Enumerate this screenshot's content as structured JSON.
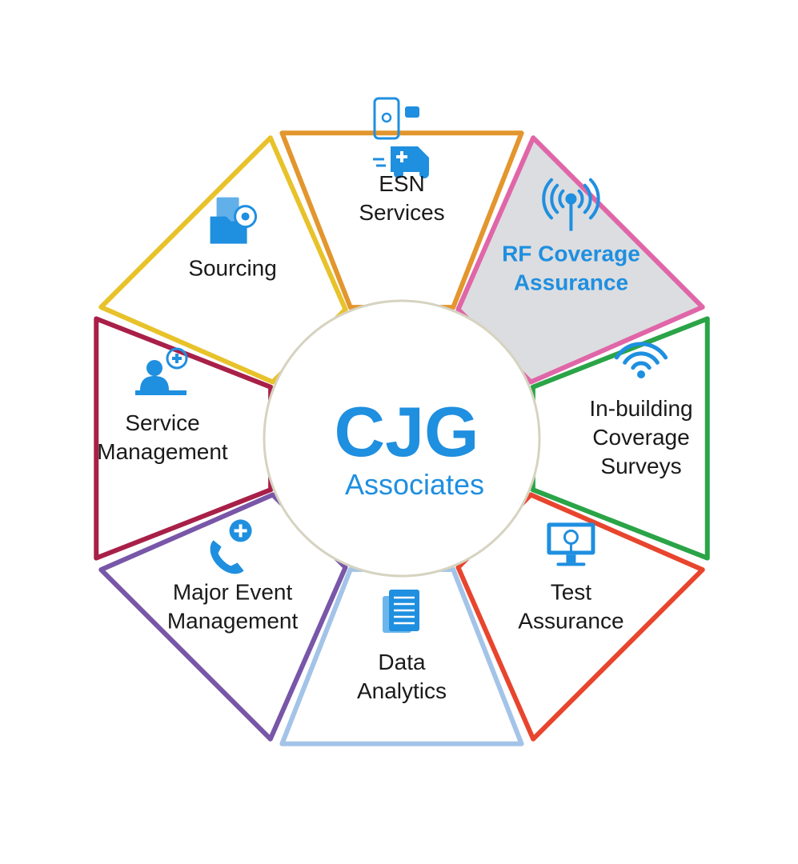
{
  "logo": {
    "main": "CJG",
    "sub": "Associates"
  },
  "colors": {
    "accent": "#1f8fe0",
    "text": "#1a1a1a",
    "hub_border": "#d6d3c0",
    "active_fill": "#dcdde0"
  },
  "segments": [
    {
      "id": "esn-services",
      "lines": [
        "ESN",
        "Services"
      ],
      "color": "#e3962e",
      "icon": "phone-ambulance-icon",
      "active": false
    },
    {
      "id": "rf-coverage-assurance",
      "lines": [
        "RF Coverage",
        "Assurance"
      ],
      "color": "#e066a8",
      "icon": "antenna-icon",
      "active": true
    },
    {
      "id": "in-building-coverage-surveys",
      "lines": [
        "In-building",
        "Coverage",
        "Surveys"
      ],
      "color": "#2aa447",
      "icon": "wifi-icon",
      "active": false
    },
    {
      "id": "test-assurance",
      "lines": [
        "Test",
        "Assurance"
      ],
      "color": "#e8452e",
      "icon": "monitor-search-icon",
      "active": false
    },
    {
      "id": "data-analytics",
      "lines": [
        "Data",
        "Analytics"
      ],
      "color": "#a3c4e8",
      "icon": "documents-icon",
      "active": false
    },
    {
      "id": "major-event-management",
      "lines": [
        "Major Event",
        "Management"
      ],
      "color": "#7856a8",
      "icon": "phone-plus-icon",
      "active": false
    },
    {
      "id": "service-management",
      "lines": [
        "Service",
        "Management"
      ],
      "color": "#a82048",
      "icon": "support-agent-icon",
      "active": false
    },
    {
      "id": "sourcing",
      "lines": [
        "Sourcing"
      ],
      "color": "#e8c22a",
      "icon": "folder-gear-icon",
      "active": false
    }
  ]
}
